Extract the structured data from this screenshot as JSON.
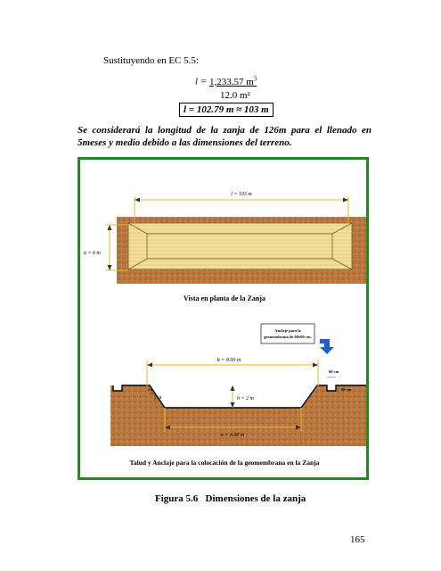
{
  "intro_text": "Sustituyendo en EC 5.5:",
  "formula": {
    "lhs": "l =",
    "numerator": "1,233.57 m",
    "numerator_exp": "3",
    "denominator": "12.0 m²"
  },
  "result": "l = 102.79 m ≈ 103 m",
  "statement": "Se considerará la longitud de la zanja de 126m para el llenado en 5meses y medio debido a las dimensiones del terreno.",
  "plan_view": {
    "length_label": "l = 103  m",
    "width_label": "a = 6  m",
    "caption": "Vista en planta de la Zanja"
  },
  "section_view": {
    "anchor_note_line1": "Anclaje para la",
    "anchor_note_line2": "geomembrana de 60x60 cm.",
    "top_width_label": "b = 9.00 m",
    "anchor_width_label": "60 cm",
    "anchor_depth_label": "60 cm",
    "slope_h": "1.0",
    "slope_v": "1.0",
    "depth_label": "h = 2  m",
    "bottom_width_label": "a = 3.00  m",
    "caption": "Talud y Anclaje para la colocación de la geomembrana en la Zanja"
  },
  "figure_caption": "Figura 5.6   Dimensiones de la zanja",
  "page_number": "165",
  "colors": {
    "frame": "#1f8a1f",
    "soil": "#b9773e",
    "wood": "#f2df9a",
    "dimension_line": "#f0b429",
    "arrow": "#1f5fc9"
  }
}
